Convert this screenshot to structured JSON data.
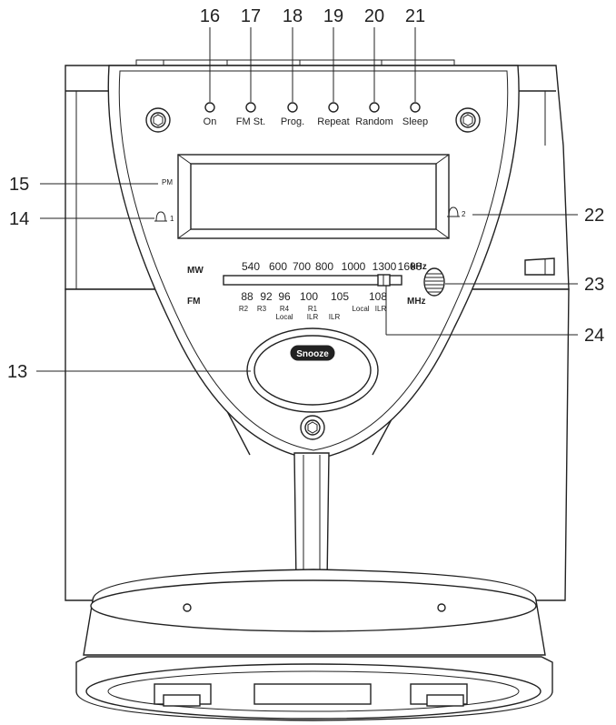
{
  "callouts": {
    "c13": "13",
    "c14": "14",
    "c15": "15",
    "c16": "16",
    "c17": "17",
    "c18": "18",
    "c19": "19",
    "c20": "20",
    "c21": "21",
    "c22": "22",
    "c23": "23",
    "c24": "24"
  },
  "indicators": {
    "on": "On",
    "fm_st": "FM St.",
    "prog": "Prog.",
    "repeat": "Repeat",
    "random": "Random",
    "sleep": "Sleep"
  },
  "display": {
    "pm": "PM",
    "alarm1": "1",
    "alarm2": "2"
  },
  "tuner": {
    "mw_label": "MW",
    "fm_label": "FM",
    "khz_label": "kHz",
    "mhz_label": "MHz",
    "mw_ticks": [
      "540",
      "600",
      "700",
      "800",
      "1000",
      "1300",
      "1600"
    ],
    "fm_ticks": [
      "88",
      "92",
      "96",
      "100",
      "105",
      "108"
    ],
    "sub_top": [
      "R2",
      "R3",
      "R4",
      "R1"
    ],
    "sub_bottom": [
      "Local",
      "ILR",
      "ILR",
      "Local",
      "ILR"
    ]
  },
  "snooze": {
    "label": "Snooze"
  }
}
